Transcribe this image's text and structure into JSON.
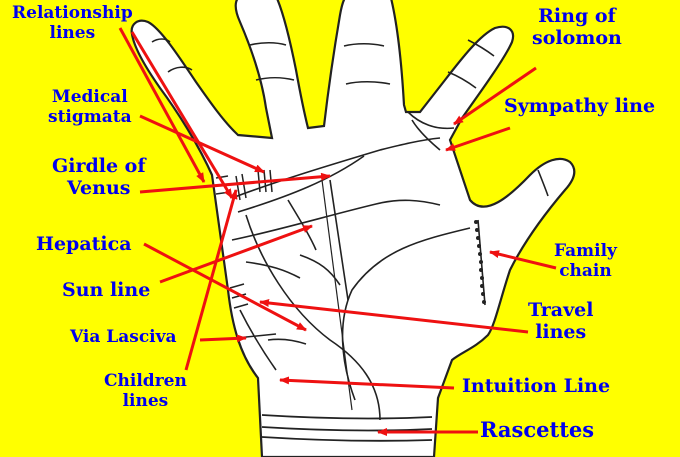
{
  "colors": {
    "background": "#ffff00",
    "label": "#0000ee",
    "arrow": "#ee1111",
    "outline": "#222222"
  },
  "labels": {
    "relationship_lines": [
      "Relationship",
      "lines"
    ],
    "medical_stigmata": [
      "Medical",
      "stigmata"
    ],
    "girdle_of_venus": [
      "Girdle of",
      "Venus"
    ],
    "hepatica": [
      "Hepatica"
    ],
    "sun_line": [
      "Sun line"
    ],
    "via_lasciva": [
      "Via Lasciva"
    ],
    "children_lines": [
      "Children",
      "lines"
    ],
    "ring_of_solomon": [
      "Ring of",
      "solomon"
    ],
    "sympathy_line": [
      "Sympathy line"
    ],
    "family_chain": [
      "Family",
      "chain"
    ],
    "travel_lines": [
      "Travel",
      "lines"
    ],
    "intuition_line": [
      "Intuition Line"
    ],
    "rascettes": [
      "Rascettes"
    ]
  }
}
